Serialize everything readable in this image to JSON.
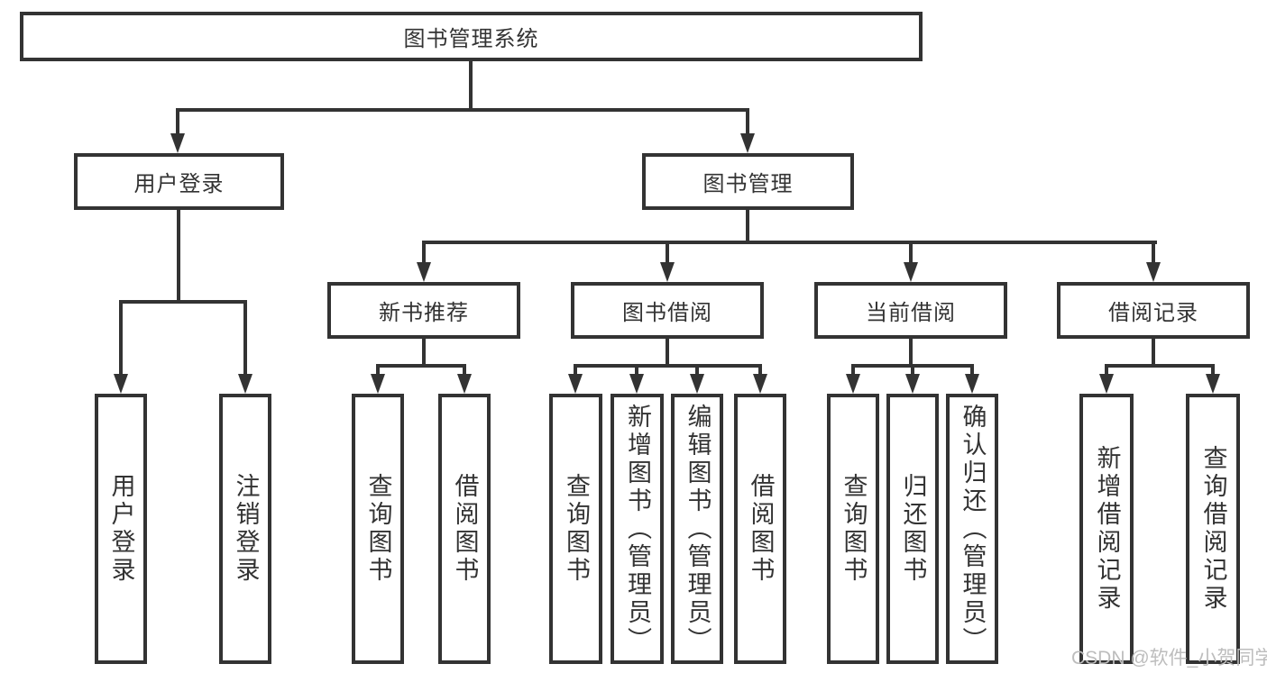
{
  "diagram": {
    "type": "hierarchy-tree",
    "root": {
      "label": "图书管理系统"
    },
    "branches": [
      {
        "label": "用户登录",
        "children": [
          {
            "label": "用户登录"
          },
          {
            "label": "注销登录"
          }
        ]
      },
      {
        "label": "图书管理",
        "children": [
          {
            "label": "新书推荐",
            "children": [
              {
                "label": "查询图书"
              },
              {
                "label": "借阅图书"
              }
            ]
          },
          {
            "label": "图书借阅",
            "children": [
              {
                "label": "查询图书"
              },
              {
                "label": "新增图书（管理员）"
              },
              {
                "label": "编辑图书（管理员）"
              },
              {
                "label": "借阅图书"
              }
            ]
          },
          {
            "label": "当前借阅",
            "children": [
              {
                "label": "查询图书"
              },
              {
                "label": "归还图书"
              },
              {
                "label": "确认归还（管理员）"
              }
            ]
          },
          {
            "label": "借阅记录",
            "children": [
              {
                "label": "新增借阅记录"
              },
              {
                "label": "查询借阅记录"
              }
            ]
          }
        ]
      }
    ],
    "colors": {
      "line": "#333333",
      "text": "#333333",
      "background": "#ffffff",
      "watermark": "#bdbdbd"
    },
    "watermark": "CSDN @软件_小贺同学"
  }
}
